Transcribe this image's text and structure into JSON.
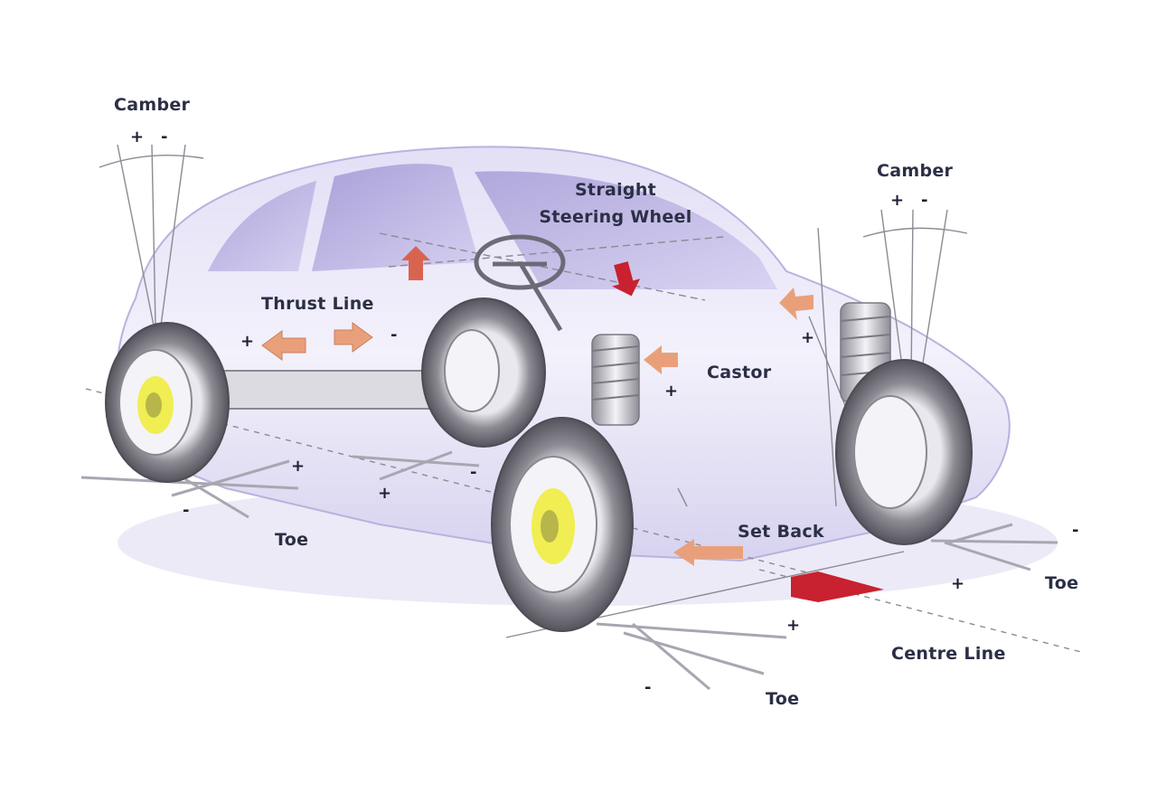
{
  "labels": {
    "camber_left": "Camber",
    "camber_right": "Camber",
    "straight_steering_line1": "Straight",
    "straight_steering_line2": "Steering Wheel",
    "thrust_line": "Thrust Line",
    "castor": "Castor",
    "set_back": "Set Back",
    "centre_line": "Centre Line",
    "toe_rear_left": "Toe",
    "toe_front_right": "Toe",
    "toe_front_left": "Toe"
  },
  "signs": {
    "plus": "+",
    "minus": "-"
  },
  "colors": {
    "body": "#c9c3ea",
    "body_dark": "#8f85c8",
    "tyre": "#8a8890",
    "rim": "#f0ee52",
    "arrow_light": "#e9a07a",
    "arrow_red": "#c8212f"
  }
}
